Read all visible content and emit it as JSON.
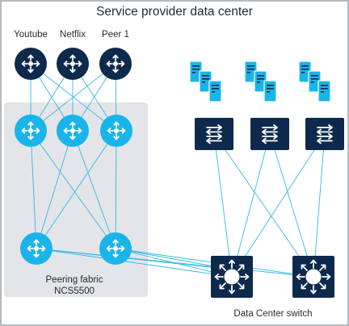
{
  "title": "Service provider data center",
  "top_labels": [
    "Youtube",
    "Netflix",
    "Peer 1"
  ],
  "fabric_label_line1": "Peering fabric",
  "fabric_label_line2": "NCS5500",
  "dc_switch_label": "Data Center switch",
  "colors": {
    "frame": "#9aa3ab",
    "fabric_bg": "#e3e5e8",
    "navy": "#0d2a4c",
    "cyan": "#19b4ea",
    "link": "#35b9e6",
    "text": "#1f2a33"
  }
}
